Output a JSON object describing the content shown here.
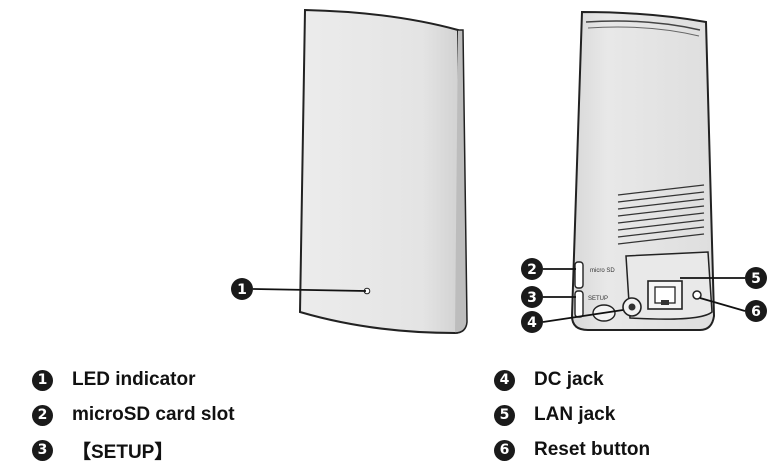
{
  "callouts": [
    {
      "number": "1",
      "label": "LED indicator"
    },
    {
      "number": "2",
      "label": "microSD card slot"
    },
    {
      "number": "3",
      "label": "【SETUP】"
    },
    {
      "number": "4",
      "label": "DC jack"
    },
    {
      "number": "5",
      "label": "LAN jack"
    },
    {
      "number": "6",
      "label": "Reset button"
    }
  ],
  "device_markings": {
    "sd_logo": "micro SD",
    "setup_text": "SETUP"
  },
  "colors": {
    "device_body": "#e6e6e6",
    "outline": "#222222",
    "badge": "#1a1a1a"
  }
}
